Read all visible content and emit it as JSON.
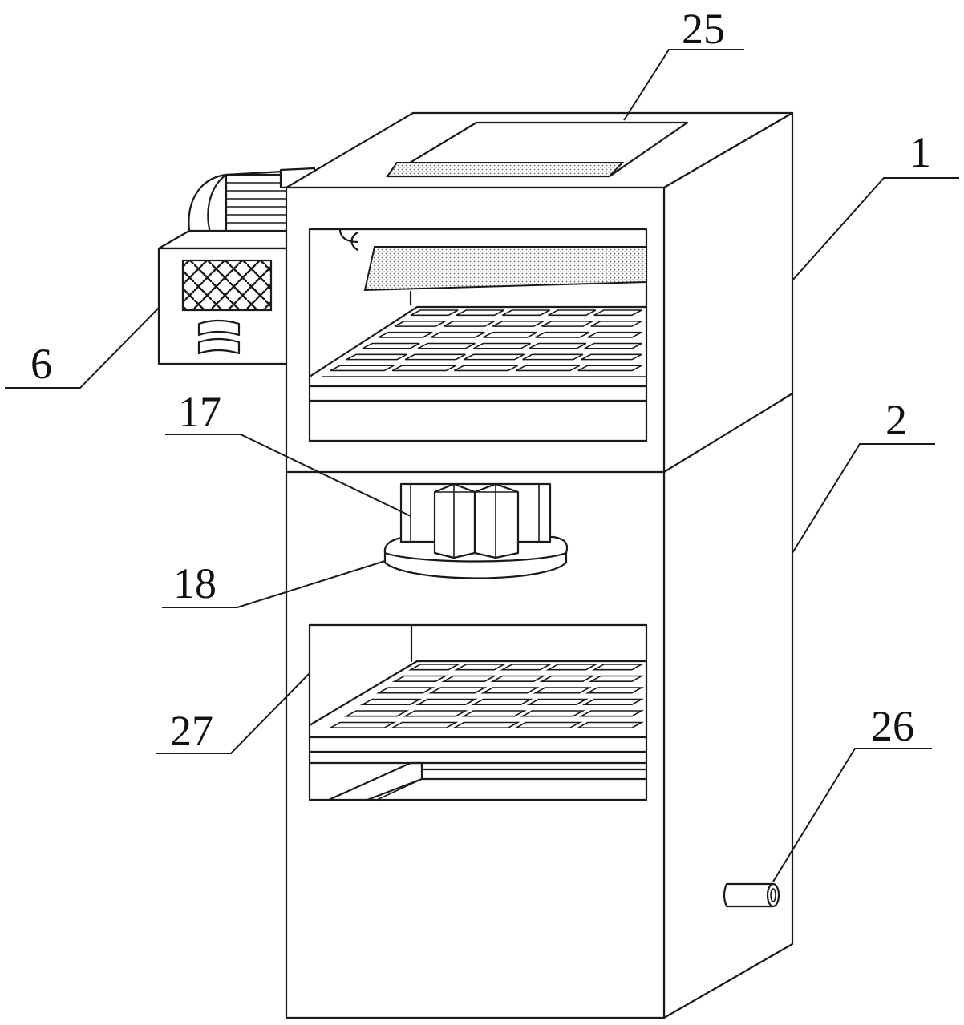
{
  "figure": {
    "labels": [
      {
        "id": "n25",
        "text": "25"
      },
      {
        "id": "n1",
        "text": "1"
      },
      {
        "id": "n6",
        "text": "6"
      },
      {
        "id": "n17",
        "text": "17"
      },
      {
        "id": "n2",
        "text": "2"
      },
      {
        "id": "n18",
        "text": "18"
      },
      {
        "id": "n27",
        "text": "27"
      },
      {
        "id": "n26",
        "text": "26"
      }
    ]
  },
  "colors": {
    "line": "#1a1a1a",
    "background": "#ffffff",
    "stipple": "#9a9a9a"
  }
}
